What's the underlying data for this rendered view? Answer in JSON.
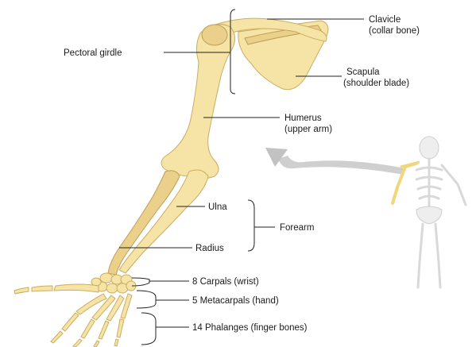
{
  "labels": {
    "clavicle": "Clavicle",
    "clavicle_sub": "(collar bone)",
    "pectoral_girdle": "Pectoral girdle",
    "scapula": "Scapula",
    "scapula_sub": "(shoulder blade)",
    "humerus": "Humerus",
    "humerus_sub": "(upper arm)",
    "ulna": "Ulna",
    "forearm": "Forearm",
    "radius": "Radius",
    "carpals": "8 Carpals (wrist)",
    "metacarpals": "5 Metacarpals (hand)",
    "phalanges": "14 Phalanges (finger bones)"
  },
  "colors": {
    "bone_fill": "#f6e3a6",
    "bone_outline": "#c9ad62",
    "leader_lines": "#222222",
    "arrow": "#c8c8c8",
    "reference_skeleton": "#e6e6e6",
    "highlighted_arm": "#f2d77a"
  }
}
